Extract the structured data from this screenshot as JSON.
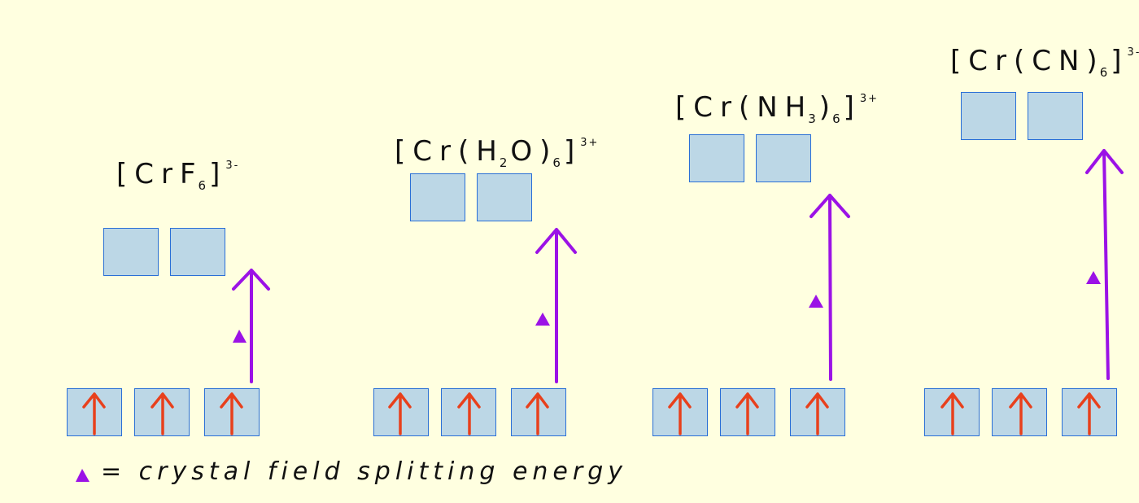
{
  "colors": {
    "background": "#ffffe0",
    "orbital_fill": "#bcd7e6",
    "orbital_border": "#2a6fd6",
    "electron_arrow": "#e8401c",
    "splitting_arrow": "#9b12e6"
  },
  "complexes": [
    {
      "name": "CrF6 3-",
      "formula": {
        "prefix": "[CrF",
        "sub": "6",
        "suffix": "]",
        "charge": "3-"
      },
      "lower_electrons": 3,
      "upper_orbitals": 2
    },
    {
      "name": "Cr(H2O)6 3+",
      "formula": {
        "prefix": "[Cr(H",
        "sub1": "2",
        "mid": "O)",
        "sub2": "6",
        "suffix": "]",
        "charge": "3+"
      },
      "lower_electrons": 3,
      "upper_orbitals": 2
    },
    {
      "name": "Cr(NH3)6 3+",
      "formula": {
        "prefix": "[Cr(NH",
        "sub1": "3",
        "mid": ")",
        "sub2": "6",
        "suffix": "]",
        "charge": "3+"
      },
      "lower_electrons": 3,
      "upper_orbitals": 2
    },
    {
      "name": "Cr(CN)6 3-",
      "formula": {
        "prefix": "[Cr(CN)",
        "sub": "6",
        "suffix": "]",
        "charge": "3-"
      },
      "lower_electrons": 3,
      "upper_orbitals": 2
    }
  ],
  "legend": {
    "symbol": "triangle-icon",
    "text": "= crystal field splitting energy"
  }
}
